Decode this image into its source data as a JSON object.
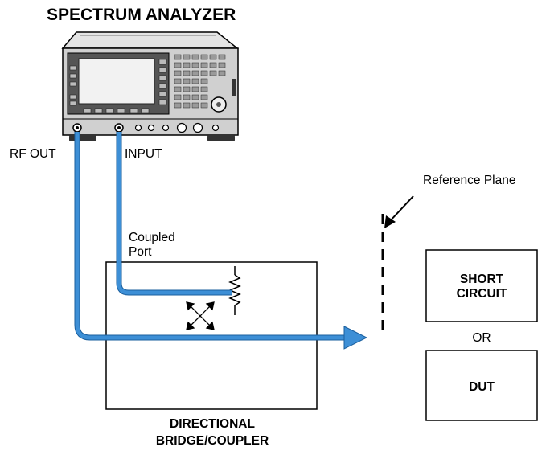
{
  "title": "SPECTRUM ANALYZER",
  "labels": {
    "rf_out": "RF OUT",
    "input": "INPUT",
    "coupled_port_line1": "Coupled",
    "coupled_port_line2": "Port",
    "reference_plane": "Reference Plane",
    "short_circuit_line1": "SHORT",
    "short_circuit_line2": "CIRCUIT",
    "or": "OR",
    "dut": "DUT",
    "coupler_line1": "DIRECTIONAL",
    "coupler_line2": "BRIDGE/COUPLER"
  },
  "colors": {
    "cable": "#3d8fd6",
    "cable_edge": "#1a5f9e",
    "instrument_body": "#d8d8d8",
    "instrument_dark": "#4a4a4a",
    "line": "#000000"
  }
}
